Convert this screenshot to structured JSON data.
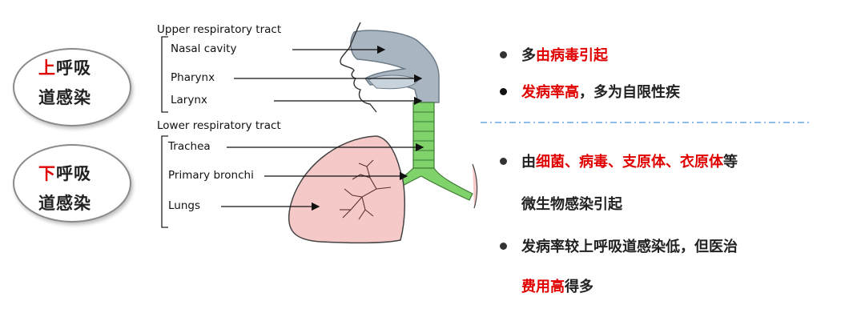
{
  "left_ovals": [
    {
      "line1_accent": "上",
      "line1_rest": "呼吸",
      "line2": "道感染"
    },
    {
      "line1_accent": "下",
      "line1_rest": "呼吸",
      "line2": "道感染"
    }
  ],
  "diagram": {
    "upper_heading": "Upper respiratory tract",
    "upper_labels": [
      "Nasal cavity",
      "Pharynx",
      "Larynx"
    ],
    "lower_heading": "Lower respiratory tract",
    "lower_labels": [
      "Trachea",
      "Primary bronchi",
      "Lungs"
    ]
  },
  "upper_bullets": [
    {
      "segments": [
        {
          "text": "多",
          "red": false
        },
        {
          "text": "由病毒引起",
          "red": true
        }
      ]
    },
    {
      "segments": [
        {
          "text": "发病率高",
          "red": true
        },
        {
          "text": "，多为自限性疾",
          "red": false
        }
      ]
    }
  ],
  "lower_bullets": [
    {
      "lines": [
        [
          {
            "text": "由",
            "red": false
          },
          {
            "text": "细菌、病毒、支原体、衣原体",
            "red": true
          },
          {
            "text": "等",
            "red": false
          }
        ],
        [
          {
            "text": "微生物感染引起",
            "red": false
          }
        ]
      ]
    },
    {
      "lines": [
        [
          {
            "text": "发病率较上呼吸道感染低，但医治",
            "red": false
          }
        ],
        [
          {
            "text": "费用高",
            "red": true
          },
          {
            "text": "得多",
            "red": false
          }
        ]
      ]
    }
  ],
  "colors": {
    "accent_red": "#e00000",
    "divider_blue": "#6aa9e0",
    "trachea_green": "#7fd36a",
    "lung_pink": "#f6c9c9",
    "head_grey": "#a9b6c2"
  }
}
